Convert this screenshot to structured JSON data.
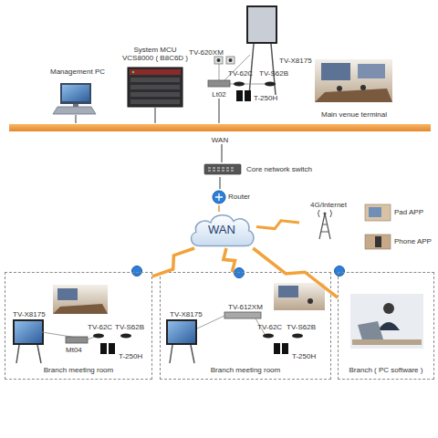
{
  "diagram": {
    "nodes": [
      {
        "text": [
          "Management PC"
        ]
      },
      {
        "text": [
          "System MCU VCS8000 ( B8C6D )"
        ]
      },
      {
        "text": [
          "Lt02"
        ]
      },
      {
        "text": [
          "Main venue terminal"
        ]
      },
      {
        "text": [
          "WAN"
        ]
      },
      {
        "text": [
          "Core network switch"
        ]
      },
      {
        "text": [
          "Router"
        ]
      },
      {
        "text": [
          "WAN"
        ]
      },
      {
        "text": [
          "4G/Internet"
        ]
      },
      {
        "text": [
          "Pad APP"
        ]
      },
      {
        "text": [
          "Phone APP"
        ]
      },
      {
        "text": [
          "Branch meeting room"
        ]
      },
      {
        "text": [
          "Branch meeting room"
        ]
      },
      {
        "text": [
          "Branch ( PC software )"
        ]
      }
    ],
    "edges": [
      {
        "from": 0,
        "to": 4,
        "arrow": "none"
      },
      {
        "from": 1,
        "to": 4,
        "arrow": "none"
      },
      {
        "from": 2,
        "to": 4,
        "arrow": "none"
      },
      {
        "from": 4,
        "to": 5,
        "arrow": "none"
      },
      {
        "from": 5,
        "to": 6,
        "arrow": "none"
      },
      {
        "from": 6,
        "to": 7,
        "arrow": "none"
      },
      {
        "from": 7,
        "to": 8,
        "arrow": "none"
      },
      {
        "from": 7,
        "to": 11,
        "arrow": "none"
      },
      {
        "from": 7,
        "to": 12,
        "arrow": "none"
      },
      {
        "from": 7,
        "to": 13,
        "arrow": "none"
      }
    ],
    "labels": [
      "TV-620XM",
      "TV-X8175",
      "TV-62C",
      "TV-S62B",
      "T-250H",
      "TV-X8175",
      "Mt04",
      "TV-62C",
      "TV-S62B",
      "T-250H",
      "TV-612XM",
      "TV-X8175",
      "TV-62C",
      "TV-S62B",
      "T-250H"
    ]
  }
}
